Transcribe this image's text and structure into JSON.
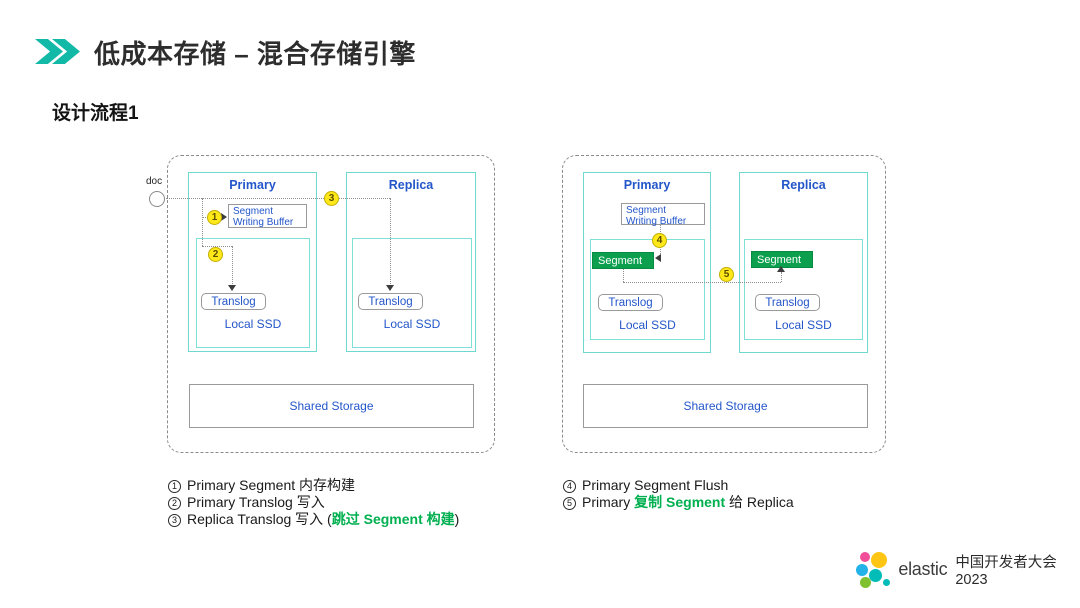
{
  "header": {
    "title": "低成本存储 – 混合存储引擎",
    "subtitle": "设计流程1"
  },
  "diagrams": {
    "left": {
      "doc_label": "doc",
      "primary_title": "Primary",
      "buffer_line1": "Segment",
      "buffer_line2": "Writing Buffer",
      "primary_translog": "Translog",
      "primary_local_ssd": "Local SSD",
      "replica_title": "Replica",
      "replica_translog": "Translog",
      "replica_local_ssd": "Local SSD",
      "shared_storage": "Shared Storage",
      "step1": "1",
      "step2": "2",
      "step3": "3"
    },
    "right": {
      "primary_title": "Primary",
      "buffer_line1": "Segment",
      "buffer_line2": "Writing Buffer",
      "primary_segment": "Segment",
      "primary_translog": "Translog",
      "primary_local_ssd": "Local SSD",
      "replica_title": "Replica",
      "replica_segment": "Segment",
      "replica_translog": "Translog",
      "replica_local_ssd": "Local SSD",
      "shared_storage": "Shared Storage",
      "step4": "4",
      "step5": "5"
    }
  },
  "legend_left": {
    "items": [
      {
        "num": "1",
        "prefix": "Primary Segment 内存构建",
        "highlight": "",
        "suffix": ""
      },
      {
        "num": "2",
        "prefix": "Primary Translog 写入",
        "highlight": "",
        "suffix": ""
      },
      {
        "num": "3",
        "prefix": "Replica Translog 写入 (",
        "highlight": "跳过 Segment 构建",
        "suffix": ")"
      }
    ]
  },
  "legend_right": {
    "items": [
      {
        "num": "4",
        "prefix": "Primary Segment Flush",
        "highlight": "",
        "suffix": ""
      },
      {
        "num": "5",
        "prefix": "Primary ",
        "highlight": "复制 Segment",
        "suffix": " 给 Replica"
      }
    ]
  },
  "footer": {
    "brand": "elastic",
    "event": "中国开发者大会 2023"
  },
  "colors": {
    "accent_teal": "#12B9A7",
    "node_border_teal": "#6FD9D0",
    "diagram_blue": "#2356C9",
    "segment_green": "#0CA04E",
    "highlight_green": "#00B050",
    "badge_yellow": "#FFE81A",
    "logo_pink": "#F04E98",
    "logo_yellow": "#FEC514",
    "logo_blue": "#23B3E8",
    "logo_teal": "#02BCB7",
    "logo_green": "#7FC131"
  }
}
